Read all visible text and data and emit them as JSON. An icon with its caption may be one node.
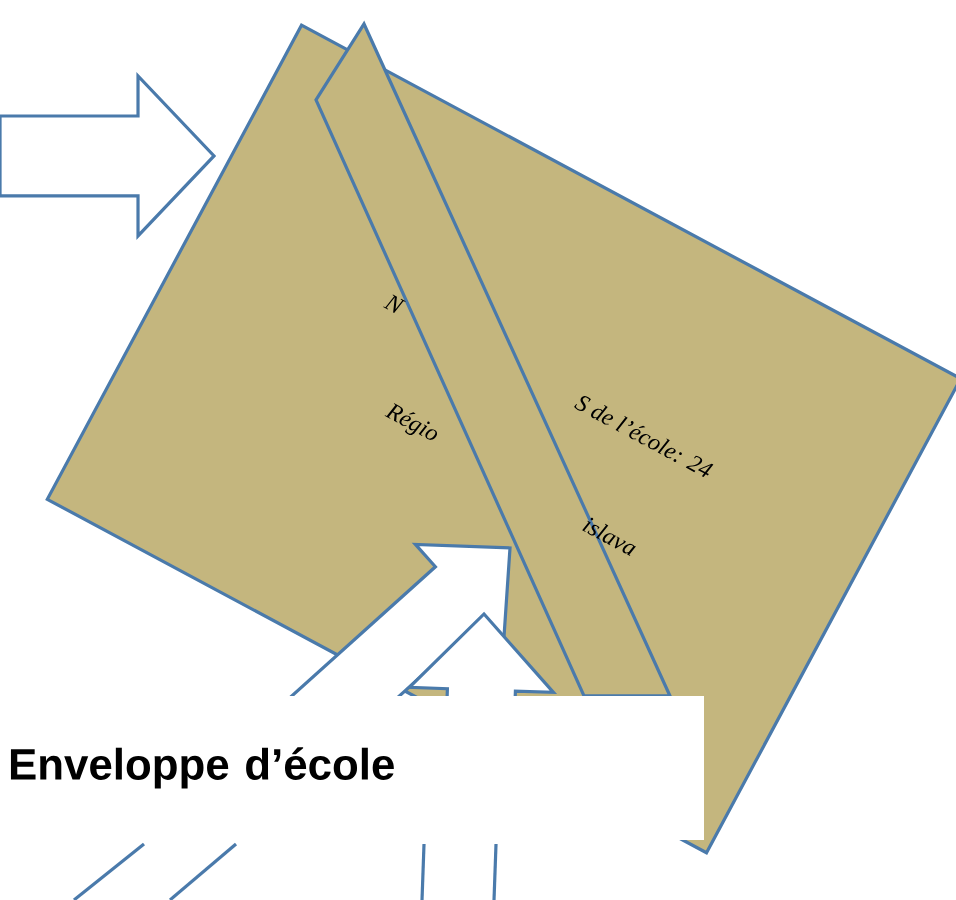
{
  "diagram": {
    "nodes": [
      {
        "text": [
          "N",
          "S de l’école: 24",
          "Régio",
          "islava"
        ]
      },
      {
        "text": [
          "Enveloppe d’école"
        ]
      }
    ],
    "edges": [
      {
        "from": null,
        "to": 0,
        "arrow": "to"
      },
      {
        "from": 1,
        "to": 0,
        "arrow": "to"
      },
      {
        "from": 1,
        "to": 0,
        "arrow": "to"
      }
    ]
  }
}
